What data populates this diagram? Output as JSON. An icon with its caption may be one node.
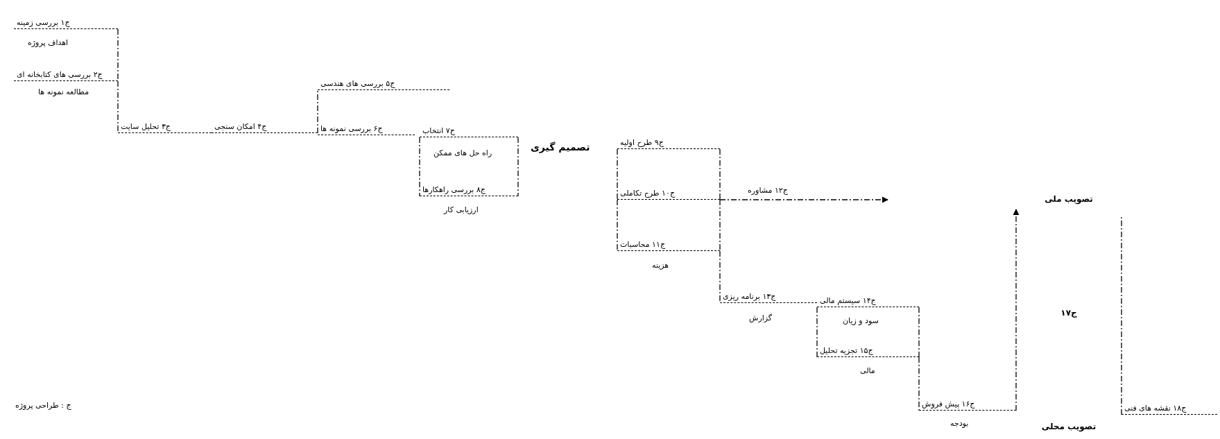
{
  "diagram": {
    "nodes": [
      {
        "text": [
          "ج۱ بررسی زمینه"
        ]
      },
      {
        "text": [
          "ج۲ بررسی های کتابخانه ای"
        ]
      },
      {
        "text": [
          "ج۳ تحلیل سایت"
        ]
      },
      {
        "text": [
          "ج۴ امکان سنجی"
        ]
      },
      {
        "text": [
          "ج۵ بررسی های هندسی"
        ]
      },
      {
        "text": [
          "ج۶ بررسی نمونه ها"
        ]
      },
      {
        "text": [
          "ج۷ انتخاب"
        ]
      },
      {
        "text": [
          "ج۸ بررسی راهکارها"
        ]
      },
      {
        "text": [
          "ج۹ طرح اولیه"
        ]
      },
      {
        "text": [
          "ج۱۰ طرح تکاملی"
        ]
      },
      {
        "text": [
          "ج۱۱ محاسبات"
        ]
      },
      {
        "text": [
          "ج۱۳ برنامه ریزی"
        ]
      },
      {
        "text": [
          "ج۱۴ سیستم مالی"
        ]
      },
      {
        "text": [
          "ج۱۵ تجزیه تحلیل"
        ]
      },
      {
        "text": [
          "ج۱۶ پیش فروش"
        ]
      },
      {
        "text": [
          "تصویب ملی",
          "ج۱۷",
          "تصویب محلی"
        ]
      },
      {
        "text": [
          "ج۱۸ نقشه های فنی"
        ]
      }
    ],
    "edges": [
      {
        "from": 0,
        "to": 1,
        "arrow": "none",
        "style": "dashed"
      },
      {
        "from": 1,
        "to": 2,
        "arrow": "none",
        "style": "dashed"
      },
      {
        "from": 3,
        "to": 4,
        "arrow": "none",
        "style": "dashed"
      },
      {
        "from": 6,
        "to": 7,
        "arrow": "none",
        "style": "dashed"
      },
      {
        "from": 6,
        "to": 7,
        "arrow": "none",
        "style": "dashed"
      },
      {
        "from": 8,
        "to": 9,
        "arrow": "none",
        "style": "dashed"
      },
      {
        "from": 9,
        "to": 10,
        "arrow": "none",
        "style": "dashed"
      },
      {
        "from": 8,
        "to": 9,
        "arrow": "none",
        "style": "dashed"
      },
      {
        "from": 9,
        "to": 10,
        "arrow": "none",
        "style": "dashed"
      },
      {
        "from": 10,
        "to": 11,
        "arrow": "none",
        "style": "dashed"
      },
      {
        "from": 9,
        "to": null,
        "arrow": "to",
        "style": "dashed",
        "label": "ج۱۲ مشاوره"
      },
      {
        "from": 12,
        "to": 13,
        "arrow": "none",
        "style": "dashed"
      },
      {
        "from": 12,
        "to": 13,
        "arrow": "none",
        "style": "dashed"
      },
      {
        "from": 13,
        "to": 14,
        "arrow": "none",
        "style": "dashed"
      },
      {
        "from": 14,
        "to": 15,
        "arrow": "to",
        "style": "dashed"
      },
      {
        "from": 16,
        "to": 15,
        "arrow": "none",
        "style": "dashed"
      }
    ],
    "labels": [
      "اهداف پروژه",
      "مطالعه نمونه ها",
      "راه حل های ممکن",
      "ارزیابی کار",
      "تصمیم گیری",
      "هزینه",
      "گزارش",
      "سود و زیان",
      "مالی",
      "بودجه",
      "ج : طراحی پروژه"
    ]
  }
}
